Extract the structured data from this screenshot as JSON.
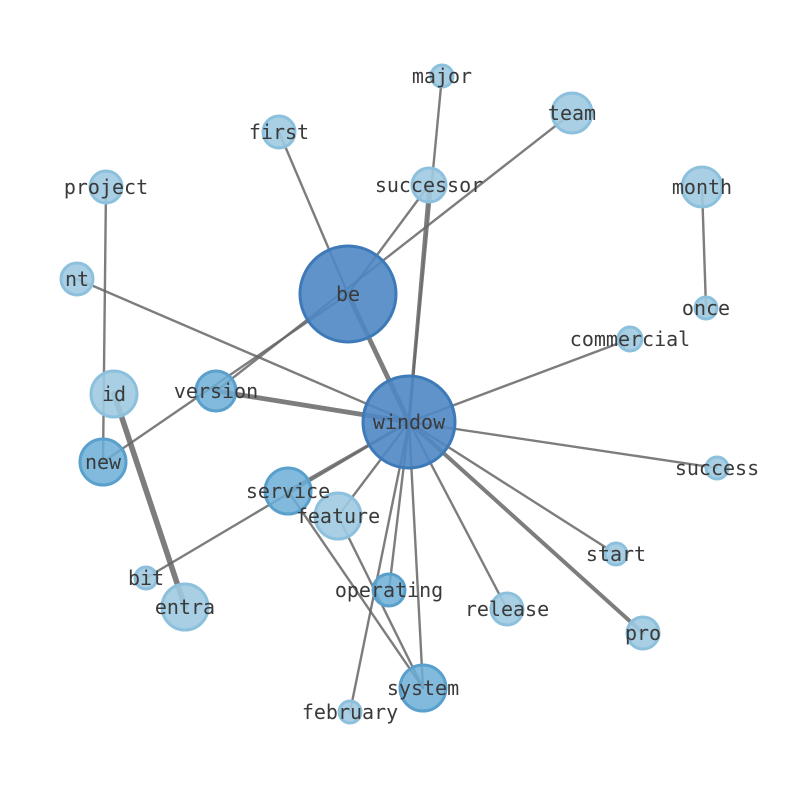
{
  "graph": {
    "nodes": [
      {
        "id": "window",
        "label": "window",
        "weight": 1.0
      },
      {
        "id": "be",
        "label": "be",
        "weight": 0.93
      },
      {
        "id": "major",
        "label": "major",
        "weight": 0.1
      },
      {
        "id": "team",
        "label": "team",
        "weight": 0.35
      },
      {
        "id": "first",
        "label": "first",
        "weight": 0.25
      },
      {
        "id": "successor",
        "label": "successor",
        "weight": 0.38
      },
      {
        "id": "project",
        "label": "project",
        "weight": 0.25
      },
      {
        "id": "month",
        "label": "month",
        "weight": 0.32
      },
      {
        "id": "nt",
        "label": "nt",
        "weight": 0.25
      },
      {
        "id": "once",
        "label": "once",
        "weight": 0.1
      },
      {
        "id": "commercial",
        "label": "commercial",
        "weight": 0.12
      },
      {
        "id": "version",
        "label": "version",
        "weight": 0.52
      },
      {
        "id": "id",
        "label": "id",
        "weight": 0.35
      },
      {
        "id": "new",
        "label": "new",
        "weight": 0.62
      },
      {
        "id": "success",
        "label": "success",
        "weight": 0.1
      },
      {
        "id": "service",
        "label": "service",
        "weight": 0.62
      },
      {
        "id": "feature",
        "label": "feature",
        "weight": 0.35
      },
      {
        "id": "start",
        "label": "start",
        "weight": 0.12
      },
      {
        "id": "bit",
        "label": "bit",
        "weight": 0.12
      },
      {
        "id": "operating",
        "label": "operating",
        "weight": 0.52
      },
      {
        "id": "entra",
        "label": "entra",
        "weight": 0.35
      },
      {
        "id": "release",
        "label": "release",
        "weight": 0.3
      },
      {
        "id": "pro",
        "label": "pro",
        "weight": 0.4
      },
      {
        "id": "system",
        "label": "system",
        "weight": 0.7
      },
      {
        "id": "february",
        "label": "february",
        "weight": 0.12
      }
    ],
    "edges": [
      {
        "source": "be",
        "target": "window",
        "weight": 5
      },
      {
        "source": "version",
        "target": "window",
        "weight": 5
      },
      {
        "source": "window",
        "target": "pro",
        "weight": 4
      },
      {
        "source": "successor",
        "target": "window",
        "weight": 3
      },
      {
        "source": "id",
        "target": "entra",
        "weight": 6
      },
      {
        "source": "major",
        "target": "window",
        "weight": 2
      },
      {
        "source": "first",
        "target": "be",
        "weight": 2
      },
      {
        "source": "successor",
        "target": "be",
        "weight": 2
      },
      {
        "source": "team",
        "target": "version",
        "weight": 2
      },
      {
        "source": "be",
        "target": "new",
        "weight": 2
      },
      {
        "source": "project",
        "target": "new",
        "weight": 2
      },
      {
        "source": "month",
        "target": "once",
        "weight": 2
      },
      {
        "source": "nt",
        "target": "window",
        "weight": 2
      },
      {
        "source": "commercial",
        "target": "window",
        "weight": 2
      },
      {
        "source": "window",
        "target": "success",
        "weight": 2
      },
      {
        "source": "window",
        "target": "start",
        "weight": 2
      },
      {
        "source": "window",
        "target": "release",
        "weight": 2
      },
      {
        "source": "window",
        "target": "system",
        "weight": 2
      },
      {
        "source": "window",
        "target": "operating",
        "weight": 2
      },
      {
        "source": "window",
        "target": "february",
        "weight": 2
      },
      {
        "source": "window",
        "target": "service",
        "weight": 2.5
      },
      {
        "source": "window",
        "target": "bit",
        "weight": 2
      },
      {
        "source": "window",
        "target": "feature",
        "weight": 2
      },
      {
        "source": "service",
        "target": "system",
        "weight": 2
      },
      {
        "source": "feature",
        "target": "system",
        "weight": 2
      }
    ]
  },
  "colors": {
    "light": "#9ecae1",
    "mid": "#6baed6",
    "dark": "#4f87c4",
    "edge": "#666666",
    "label": "#3a3a3a"
  }
}
